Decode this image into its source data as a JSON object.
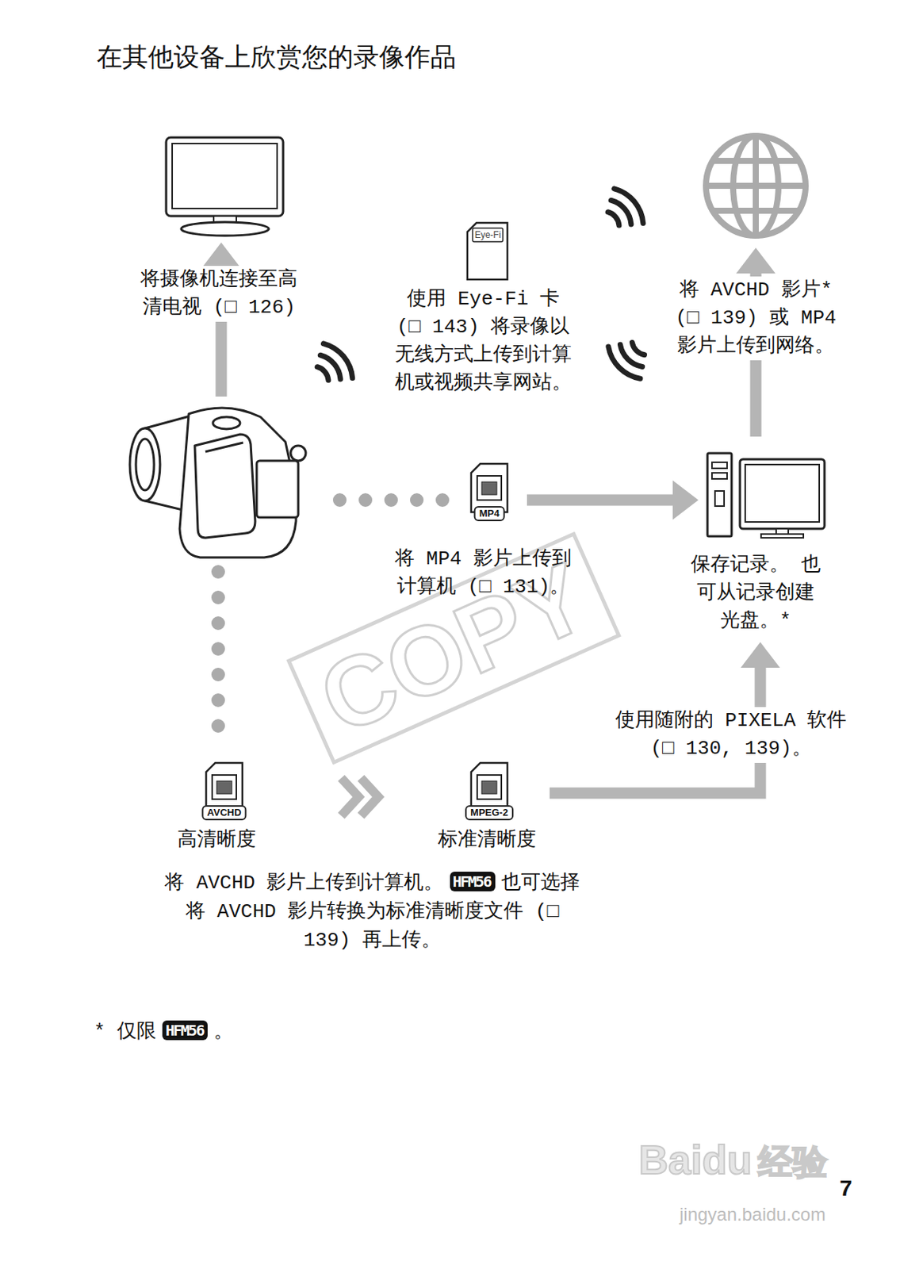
{
  "diagram": {
    "title": "在其他设备上欣赏您的录像作品",
    "nodes": [
      {
        "text": []
      },
      {
        "text": [
          "Eye-Fi",
          "使用 Eye-Fi 卡 (□ 143) 将录像以无线方式上传到计算机或视频共享网站。"
        ]
      },
      {
        "text": []
      },
      {
        "text": []
      },
      {
        "text": [
          "MP4",
          "将 MP4 影片上传到计算机 (□ 131)。"
        ]
      },
      {
        "text": [
          "保存记录。 也可从记录创建光盘。*"
        ]
      },
      {
        "text": [
          "AVCHD",
          "高清晰度"
        ]
      },
      {
        "text": [
          "MPEG-2",
          "标准清晰度"
        ]
      }
    ],
    "edges": [
      {
        "from": 3,
        "to": 0,
        "arrow": "to",
        "label": "将摄像机连接至高清电视 (□ 126)"
      },
      {
        "from": 3,
        "to": 4,
        "arrow": "none"
      },
      {
        "from": 4,
        "to": 5,
        "arrow": "to"
      },
      {
        "from": 5,
        "to": 2,
        "arrow": "to",
        "label": "将 AVCHD 影片* (□ 139) 或 MP4 影片上传到网络。"
      },
      {
        "from": 3,
        "to": 6,
        "arrow": "none"
      },
      {
        "from": 7,
        "to": 5,
        "arrow": "to",
        "label": "使用随附的 PIXELA 软件 (□ 130, 139)。"
      }
    ],
    "labels": [
      "将 AVCHD 影片上传到计算机。",
      "HFM56",
      "也可选择将 AVCHD 影片转换为标准清晰度文件 (□ 139) 再上传。",
      "* 仅限",
      "HFM56",
      "。",
      "COPY",
      "Baidu",
      "经验",
      "jingyan.baidu.com",
      "7"
    ]
  }
}
